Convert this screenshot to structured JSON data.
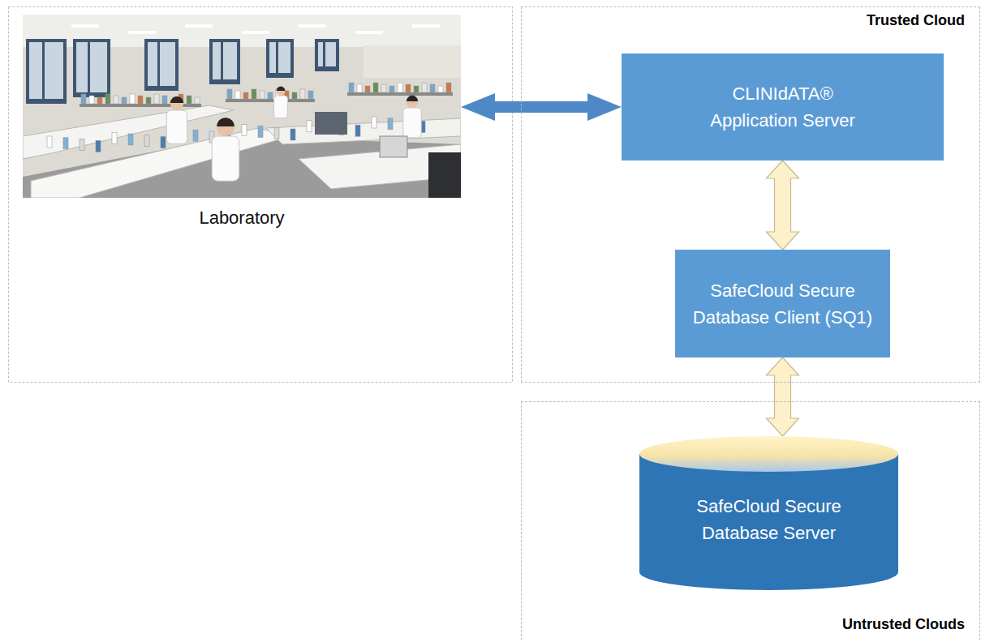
{
  "diagram": {
    "nodes": [
      {
        "text": [
          "Laboratory"
        ]
      },
      {
        "text": [
          "Trusted Cloud"
        ]
      },
      {
        "text": [
          "CLINIdATA® Application Server"
        ],
        "in": 1
      },
      {
        "text": [
          "SafeCloud Secure Database Client (SQ1)"
        ],
        "in": 1
      },
      {
        "text": [
          "Untrusted Clouds"
        ]
      },
      {
        "text": [
          "SafeCloud Secure Database Server"
        ],
        "in": 4
      }
    ],
    "edges": [
      {
        "from": 0,
        "to": 2,
        "arrow": "both"
      },
      {
        "from": 2,
        "to": 3,
        "arrow": "both"
      },
      {
        "from": 3,
        "to": 5,
        "arrow": "both"
      }
    ]
  }
}
